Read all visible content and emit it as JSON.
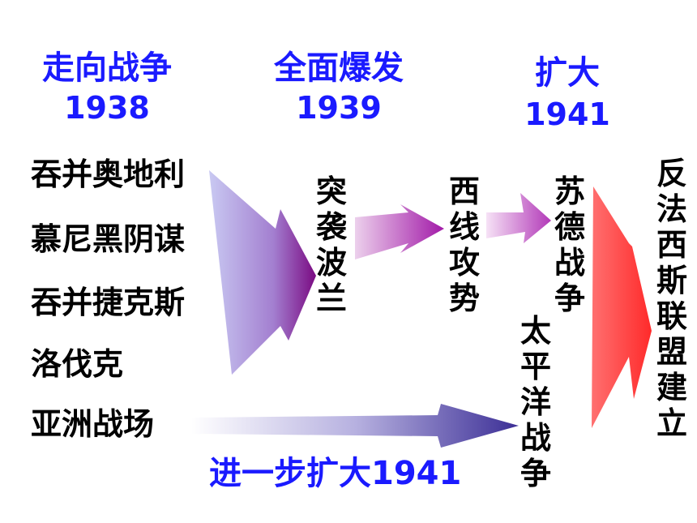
{
  "headers": [
    {
      "title": "走向战争",
      "year": "1938"
    },
    {
      "title": "全面爆发",
      "year": "1939"
    },
    {
      "title": "扩大",
      "year": "1941"
    }
  ],
  "events_1938": [
    "吞并奥地利",
    "慕尼黑阴谋",
    "吞并捷克斯",
    "洛伐克",
    "亚洲战场"
  ],
  "stages": {
    "poland": "突袭波兰",
    "west": "西线攻势",
    "soviet": "苏德战争",
    "pacific": "太平洋战争",
    "alliance": "反法西斯联盟建立"
  },
  "further": "进一步扩大1941",
  "colors": {
    "heading_blue": "#1a1aff",
    "arrow1_start": "#c8c8f0",
    "arrow1_end": "#8b0a8b",
    "arrow4_start": "#ffd0d0",
    "arrow4_end": "#ff3333",
    "arrow5_end": "#4b3fa0"
  }
}
